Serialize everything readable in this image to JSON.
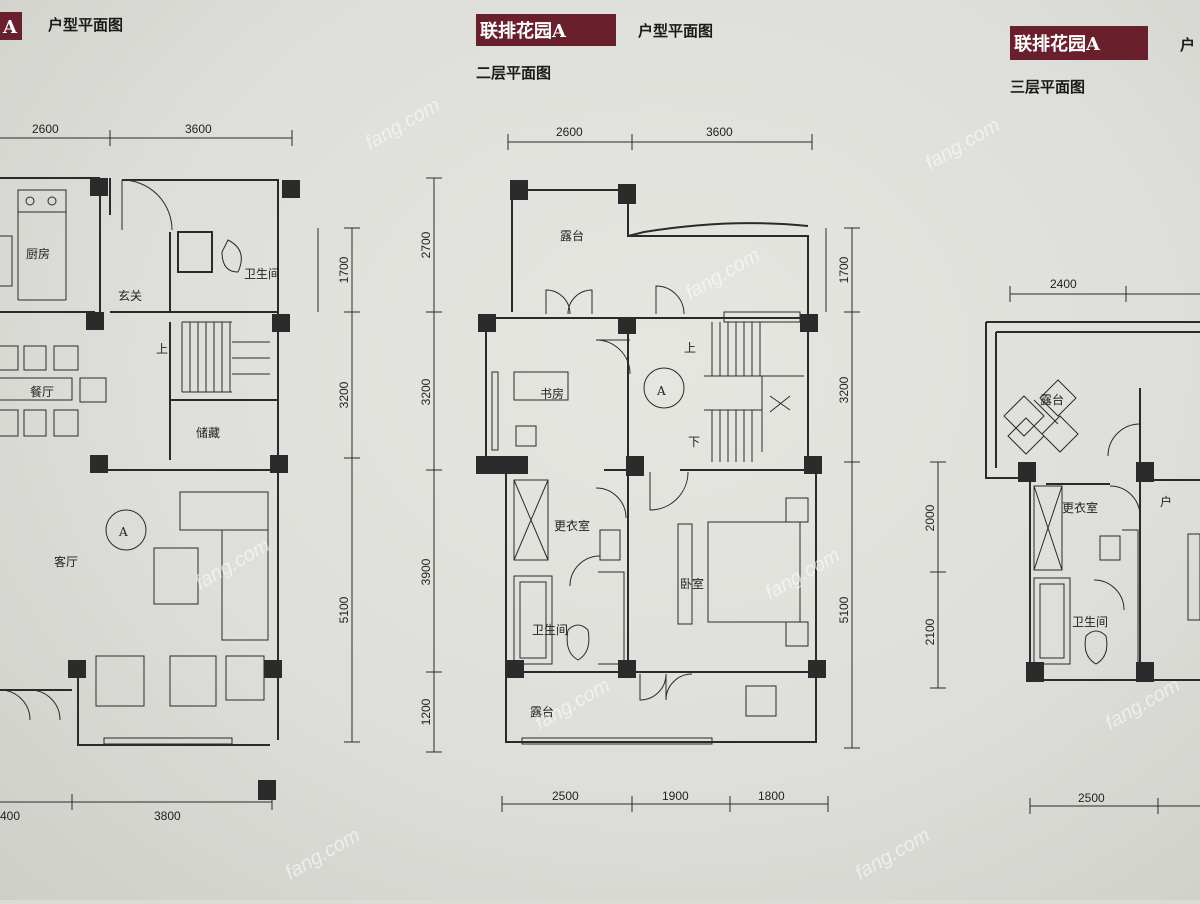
{
  "plan_left": {
    "title_tag": "A",
    "subtitle": "户型平面图",
    "dims_top": [
      "2600",
      "3600"
    ],
    "dims_right": [
      "1700",
      "3200",
      "5100"
    ],
    "dims_bottom": [
      "400",
      "3800"
    ],
    "rooms": {
      "kitchen": "厨房",
      "entry": "玄关",
      "bath": "卫生间",
      "up": "上",
      "dining": "餐厅",
      "storage": "储藏",
      "living": "客厅",
      "unit_mark": "A"
    }
  },
  "plan_mid": {
    "title": "联排花园A",
    "subtitle": "户型平面图",
    "floor": "二层平面图",
    "dims_top": [
      "2600",
      "3600"
    ],
    "dims_left": [
      "2700",
      "3200",
      "3900",
      "1200"
    ],
    "dims_right": [
      "1700",
      "3200",
      "5100"
    ],
    "dims_bottom": [
      "2500",
      "1900",
      "1800"
    ],
    "rooms": {
      "terrace_top": "露台",
      "study": "书房",
      "up": "上",
      "down": "下",
      "closet": "更衣室",
      "bedroom": "卧室",
      "bath": "卫生间",
      "terrace_bottom": "露台",
      "unit_mark": "A"
    }
  },
  "plan_right": {
    "title": "联排花园A",
    "subtitle_partial": "户",
    "floor": "三层平面图",
    "dims_top": [
      "2400"
    ],
    "dims_left": [
      "2000",
      "2100"
    ],
    "dims_bottom": [
      "2500"
    ],
    "rooms": {
      "terrace": "露台",
      "closet": "更衣室",
      "bath": "卫生间",
      "partial": "户"
    }
  },
  "watermark": "fang.com"
}
